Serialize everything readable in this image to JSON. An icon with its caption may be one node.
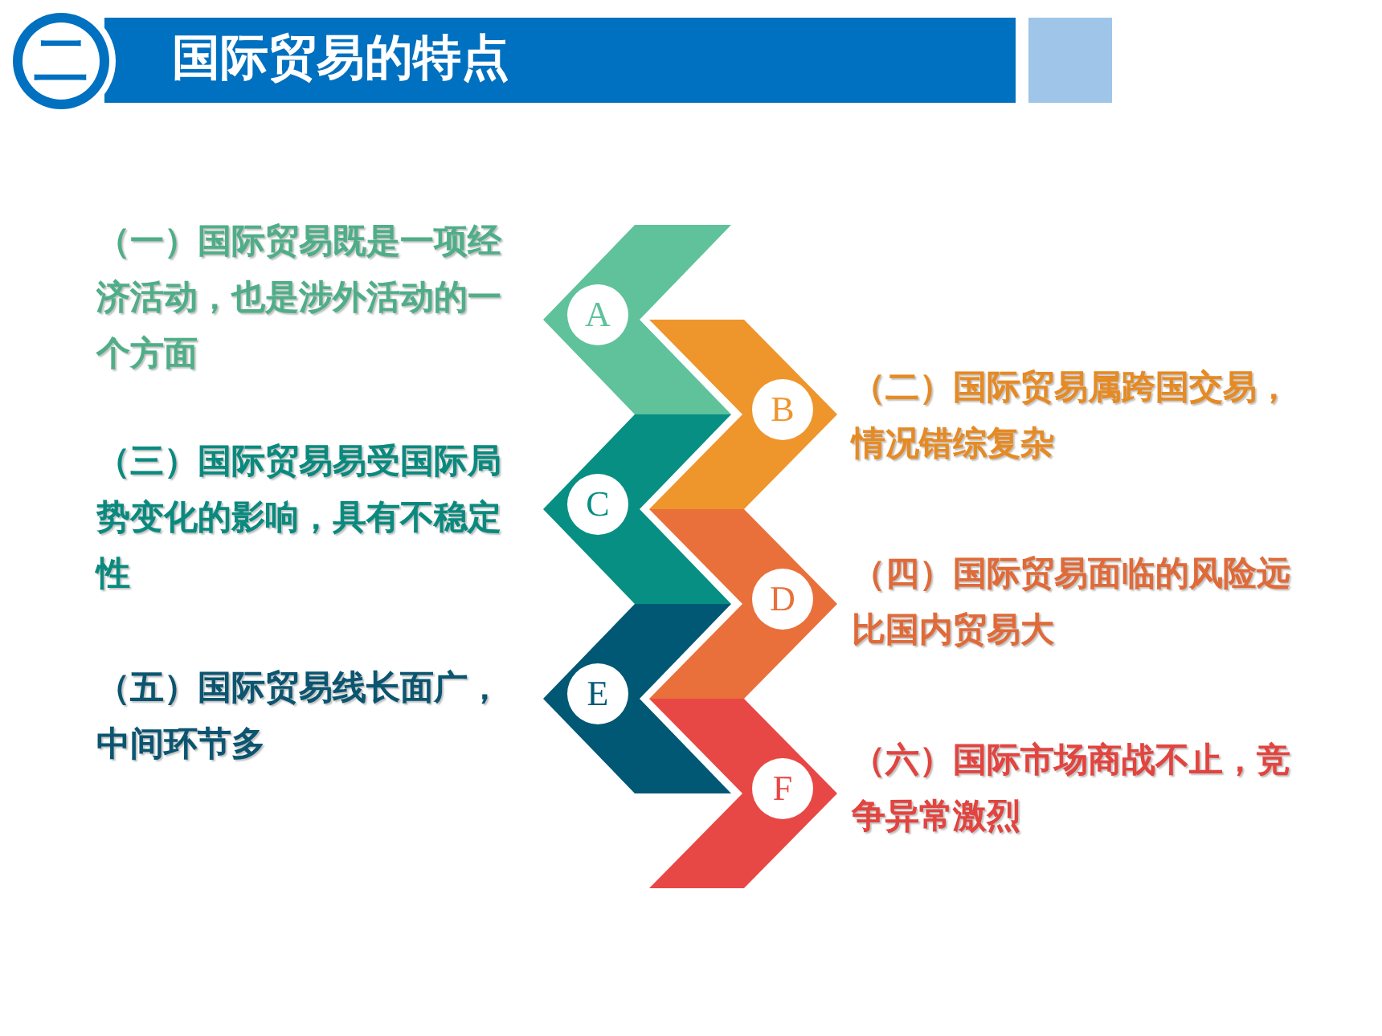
{
  "diagram": {
    "title": "国际贸易的特点",
    "nodes": [
      {
        "text": [
          "A"
        ],
        "beside": [
          "（一）国际贸易既是一项经济活动，也是涉外活动的一个方面"
        ]
      },
      {
        "text": [
          "B"
        ],
        "beside": [
          "（二）国际贸易属跨国交易，情况错综复杂"
        ]
      },
      {
        "text": [
          "C"
        ],
        "beside": [
          "（三）国际贸易易受国际局势变化的影响，具有不稳定性"
        ]
      },
      {
        "text": [
          "D"
        ],
        "beside": [
          "（四）国际贸易面临的风险远比国内贸易大"
        ]
      },
      {
        "text": [
          "E"
        ],
        "beside": [
          "（五）国际贸易线长面广，中间环节多"
        ]
      },
      {
        "text": [
          "F"
        ],
        "beside": [
          "（六）国际市场商战不止，竞争异常激烈"
        ]
      }
    ],
    "labels": [
      "二"
    ]
  }
}
